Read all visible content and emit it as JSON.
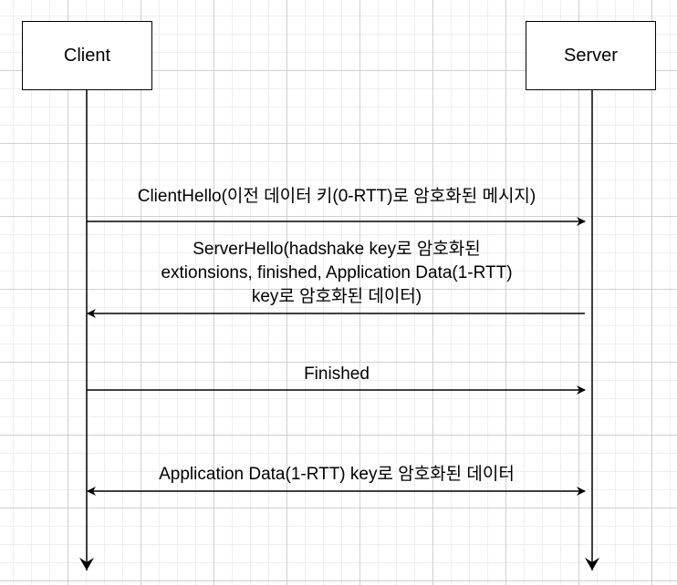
{
  "actors": {
    "client": "Client",
    "server": "Server"
  },
  "messages": [
    {
      "lines": [
        "ClientHello(이전 데이터 키(0-RTT)로 암호화된 메시지)"
      ],
      "direction": "client-to-server"
    },
    {
      "lines": [
        "ServerHello(hadshake key로 암호화된",
        "extionsions, finished, Application Data(1-RTT)",
        "key로 암호화된 데이터)"
      ],
      "direction": "server-to-client"
    },
    {
      "lines": [
        "Finished"
      ],
      "direction": "client-to-server"
    },
    {
      "lines": [
        "Application Data(1-RTT) key로 암호화된 데이터"
      ],
      "direction": "both"
    }
  ]
}
